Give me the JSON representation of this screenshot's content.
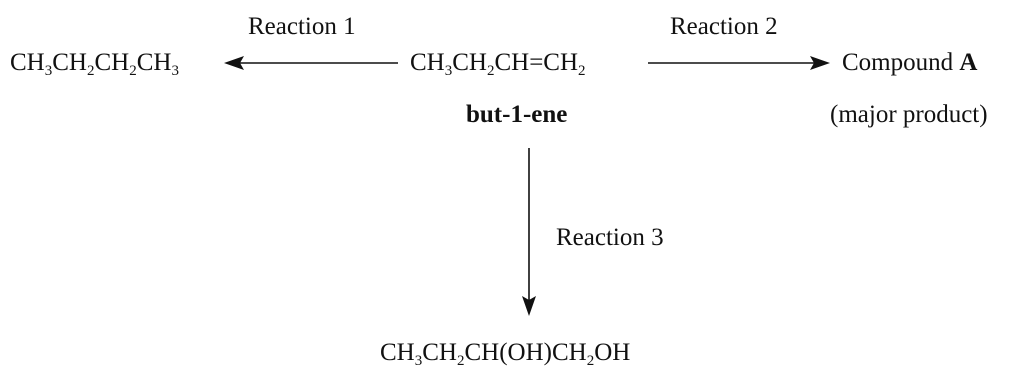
{
  "reactions": {
    "r1_label": "Reaction 1",
    "r2_label": "Reaction 2",
    "r3_label": "Reaction 3"
  },
  "starting_material": {
    "formula_parts": [
      "CH",
      "3",
      "CH",
      "2",
      "CH=CH",
      "2"
    ],
    "name": "but-1-ene"
  },
  "product_1": {
    "formula_parts": [
      "CH",
      "3",
      "CH",
      "2",
      "CH",
      "2",
      "CH",
      "3"
    ]
  },
  "product_2": {
    "label_text": "Compound ",
    "label_letter": "A",
    "note": "(major product)"
  },
  "product_3": {
    "formula_parts": [
      "CH",
      "3",
      "CH",
      "2",
      "CH(OH)CH",
      "2",
      "OH"
    ]
  },
  "colors": {
    "ink": "#111111",
    "background": "#ffffff"
  }
}
